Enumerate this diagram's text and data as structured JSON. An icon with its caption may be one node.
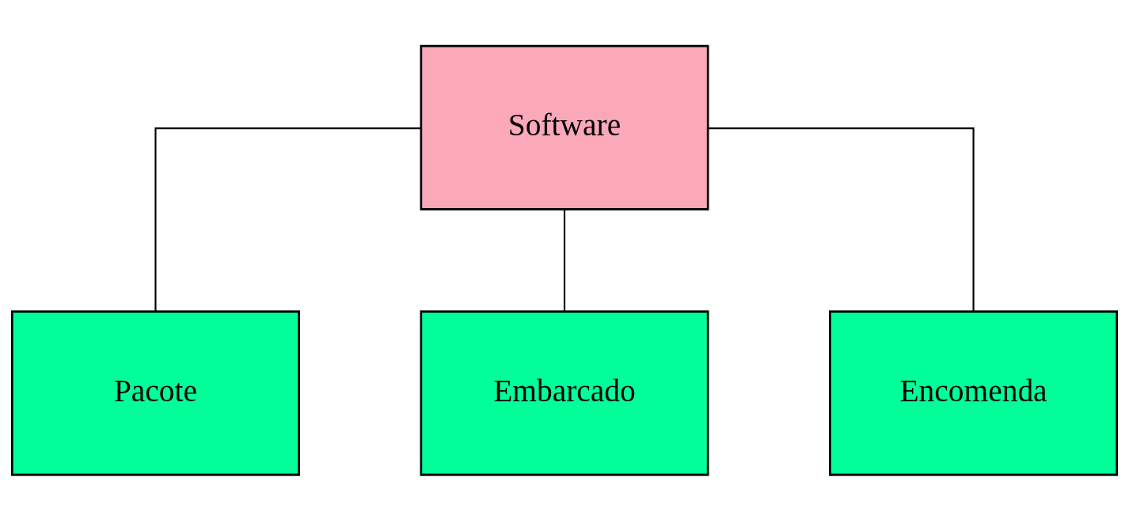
{
  "diagram": {
    "nodes": [
      {
        "text": [
          "Software"
        ]
      },
      {
        "text": [
          "Pacote"
        ]
      },
      {
        "text": [
          "Embarcado"
        ]
      },
      {
        "text": [
          "Encomenda"
        ]
      }
    ],
    "edges": [
      {
        "from": 0,
        "to": 1,
        "arrow": "none"
      },
      {
        "from": 0,
        "to": 2,
        "arrow": "none"
      },
      {
        "from": 0,
        "to": 3,
        "arrow": "none"
      }
    ]
  }
}
